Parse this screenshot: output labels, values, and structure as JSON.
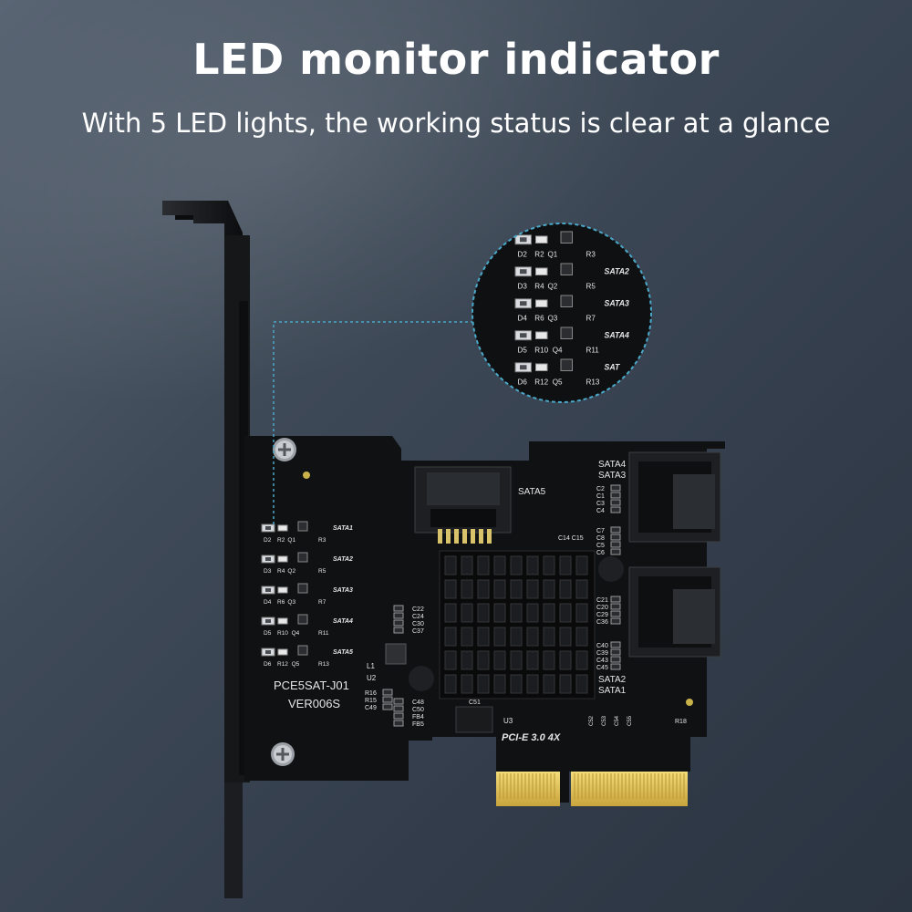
{
  "headline": "LED monitor indicator",
  "subline": "With 5 LED lights, the working status is clear at a glance",
  "board": {
    "model": "PCE5SAT-J01",
    "version": "VER006S",
    "interface": "PCI-E 3.0 4X",
    "port_labels": [
      "SATA5",
      "SATA4",
      "SATA3",
      "SATA2",
      "SATA1"
    ],
    "led_rows": [
      {
        "led": "D2",
        "res": "R2",
        "q": "Q1",
        "r2": "R3",
        "sata": "SATA1"
      },
      {
        "led": "D3",
        "res": "R4",
        "q": "Q2",
        "r2": "R5",
        "sata": "SATA2"
      },
      {
        "led": "D4",
        "res": "R6",
        "q": "Q3",
        "r2": "R7",
        "sata": "SATA3"
      },
      {
        "led": "D5",
        "res": "R10",
        "q": "Q4",
        "r2": "R11",
        "sata": "SATA4"
      },
      {
        "led": "D6",
        "res": "R12",
        "q": "Q5",
        "r2": "R13",
        "sata": "SATA5"
      }
    ],
    "components": {
      "left_caps": [
        "C22",
        "C24",
        "C30",
        "C37"
      ],
      "lower_caps": [
        "R16",
        "R15",
        "C49"
      ],
      "lower_caps2": [
        "C48",
        "C50",
        "FB4",
        "FB5"
      ],
      "l1": "L1",
      "u2": "U2",
      "u3": "U3",
      "c51": "C51",
      "c14": "C14 C15",
      "right_caps_top": [
        "C2",
        "C1",
        "C3",
        "C4"
      ],
      "right_caps_mid": [
        "C7",
        "C8",
        "C5",
        "C6"
      ],
      "right_caps_low": [
        "C21",
        "C20",
        "C29",
        "C36"
      ],
      "right_caps_bot": [
        "C40",
        "C39",
        "C43",
        "C45"
      ],
      "bottom_caps": [
        "C52",
        "C53",
        "C54",
        "C55"
      ],
      "r18": "R18"
    }
  },
  "zoom": {
    "rows": [
      {
        "led": "D2",
        "res": "R2",
        "q": "Q1",
        "r2": "R3",
        "sata": ""
      },
      {
        "led": "D3",
        "res": "R4",
        "q": "Q2",
        "r2": "R5",
        "sata": "SATA2"
      },
      {
        "led": "D4",
        "res": "R6",
        "q": "Q3",
        "r2": "R7",
        "sata": "SATA3"
      },
      {
        "led": "D5",
        "res": "R10",
        "q": "Q4",
        "r2": "R11",
        "sata": "SATA4"
      },
      {
        "led": "D6",
        "res": "R12",
        "q": "Q5",
        "r2": "R13",
        "sata": "SAT"
      }
    ]
  },
  "colors": {
    "accent_dashed": "#4aa8c8",
    "pcb": "#111214",
    "gold": "#e0c25a"
  }
}
